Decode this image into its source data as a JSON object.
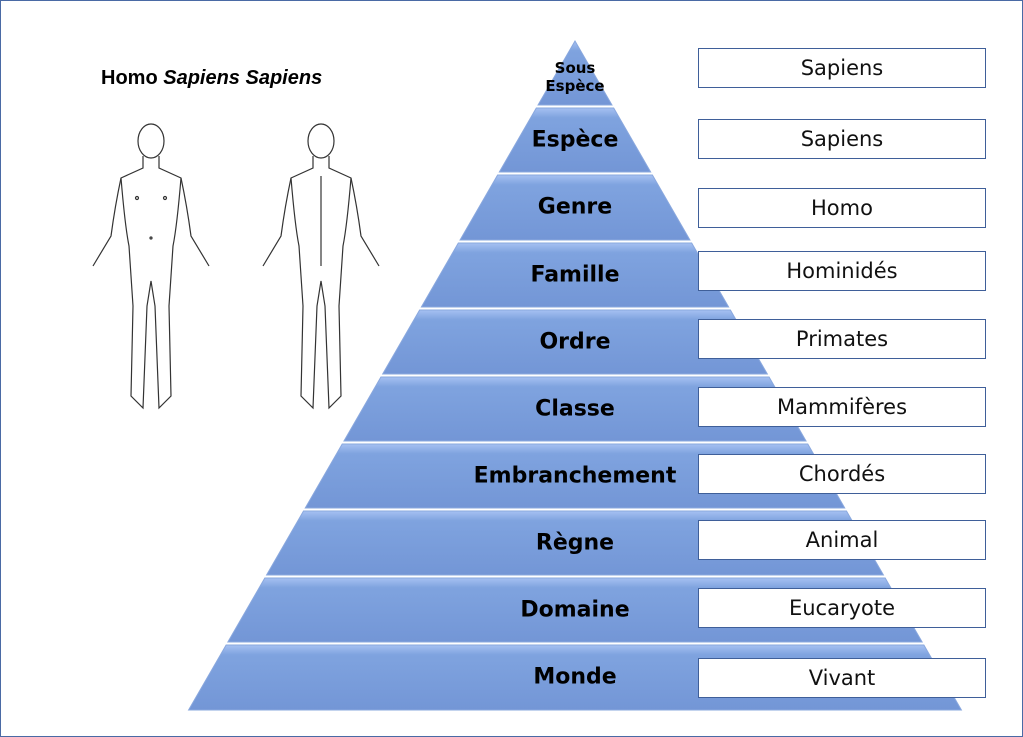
{
  "title": {
    "prefix": "Homo",
    "italic": "Sapiens Sapiens"
  },
  "levels": [
    {
      "rank": "Sous Espèce",
      "value": "Sapiens"
    },
    {
      "rank": "Espèce",
      "value": "Sapiens"
    },
    {
      "rank": "Genre",
      "value": "Homo"
    },
    {
      "rank": "Famille",
      "value": "Hominidés"
    },
    {
      "rank": "Ordre",
      "value": "Primates"
    },
    {
      "rank": "Classe",
      "value": "Mammifères"
    },
    {
      "rank": "Embranchement",
      "value": "Chordés"
    },
    {
      "rank": "Règne",
      "value": "Animal"
    },
    {
      "rank": "Domaine",
      "value": "Eucaryote"
    },
    {
      "rank": "Monde",
      "value": "Vivant"
    }
  ],
  "colors": {
    "band": "#7a9fdc",
    "band_light": "#9dbaf0",
    "border": "#3f5f99"
  }
}
